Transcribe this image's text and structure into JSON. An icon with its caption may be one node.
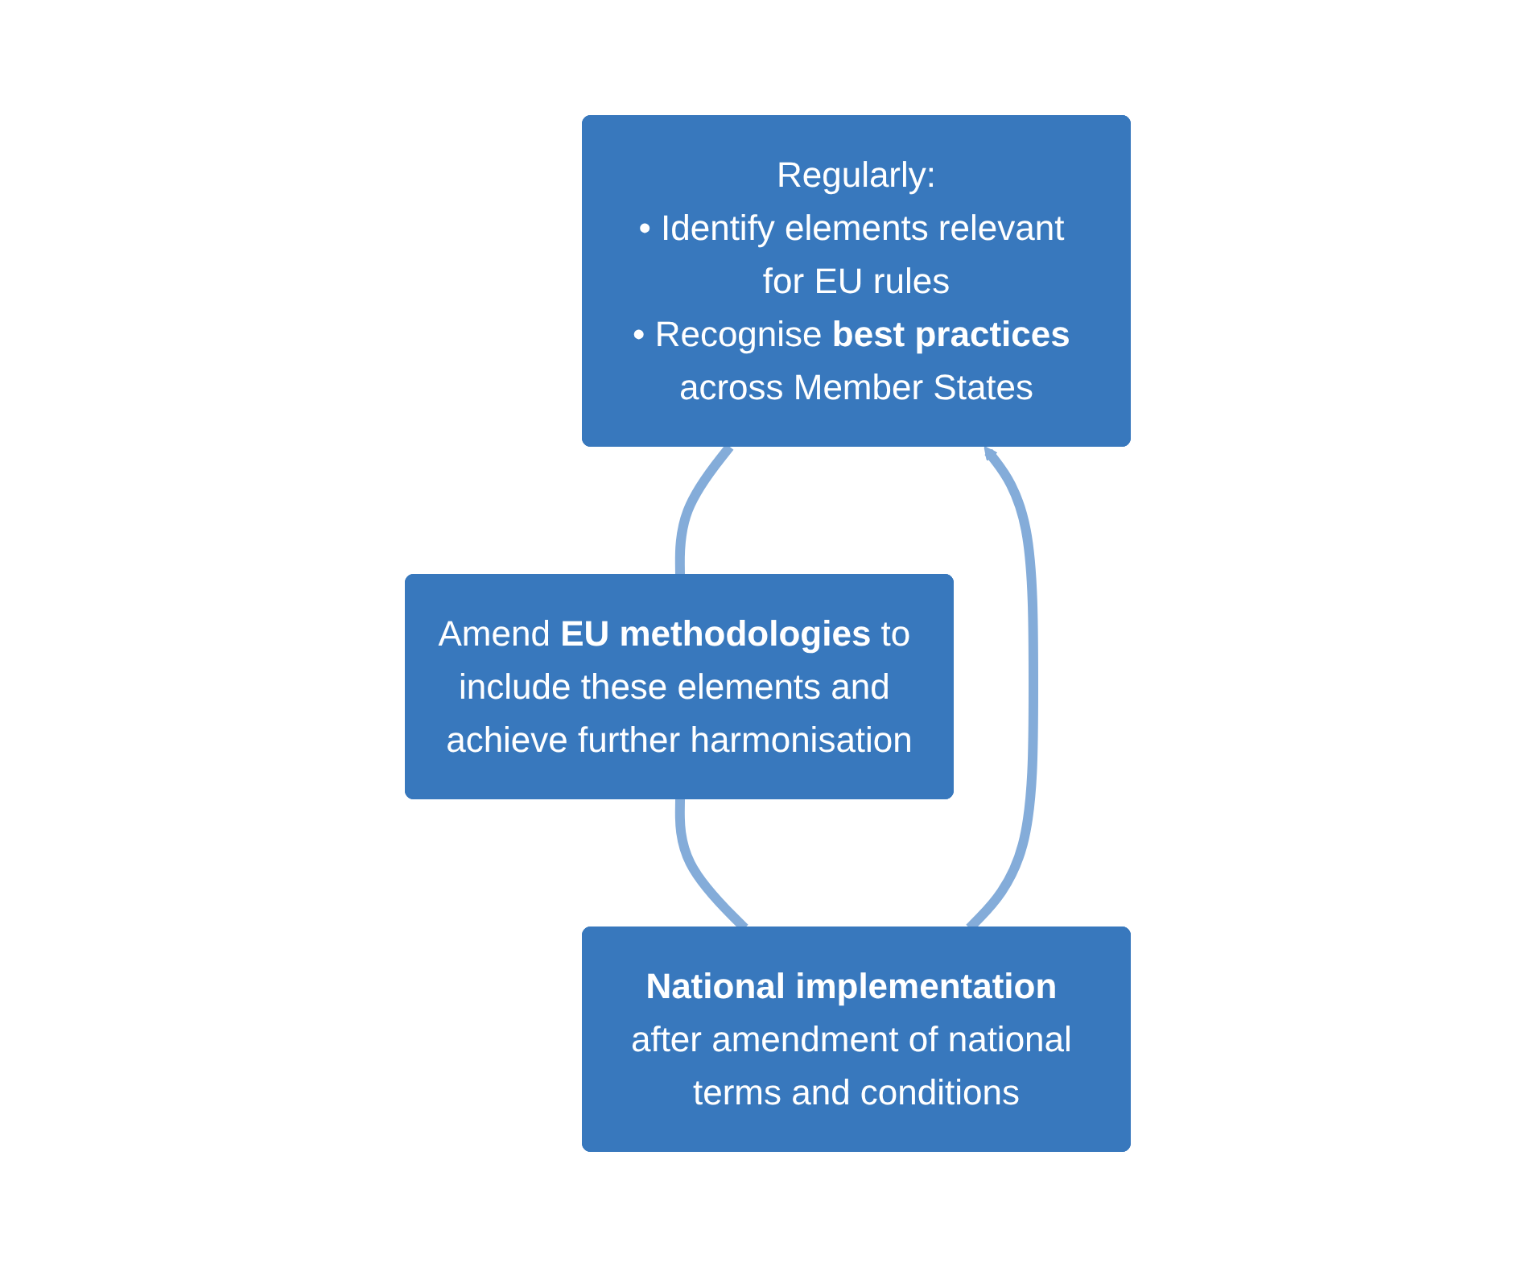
{
  "diagram": {
    "nodes": [
      {
        "text": [
          "Regularly:",
          "• Identify elements relevant for EU rules",
          "• Recognise **best practices** across Member States"
        ]
      },
      {
        "text": [
          "Amend **EU methodologies** to include these elements and achieve further harmonisation"
        ]
      },
      {
        "text": [
          "**National implementation** after amendment of national terms and conditions"
        ]
      }
    ],
    "edges": [
      {
        "from": 0,
        "to": 1,
        "arrow": "none"
      },
      {
        "from": 1,
        "to": 2,
        "arrow": "none"
      },
      {
        "from": 2,
        "to": 0,
        "arrow": "to"
      }
    ]
  }
}
